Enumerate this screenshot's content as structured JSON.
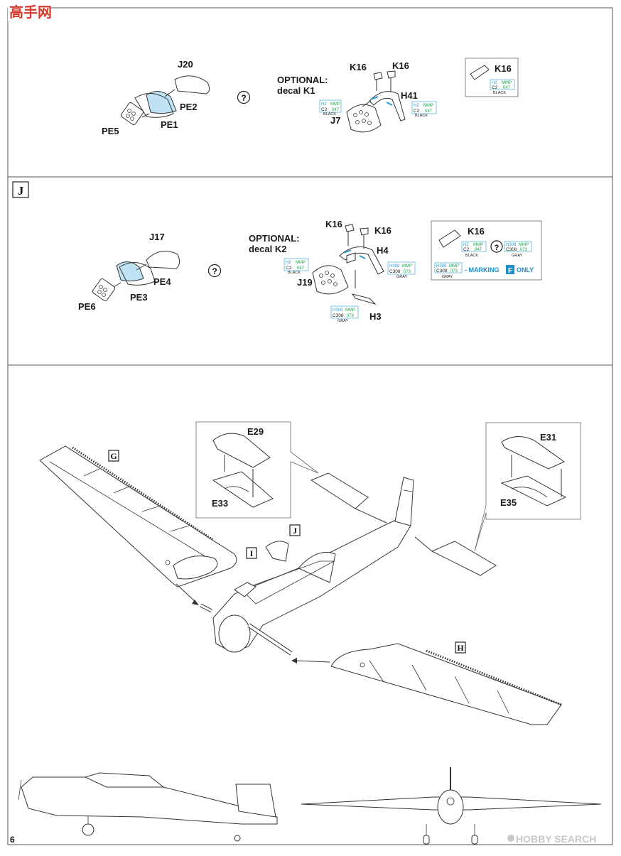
{
  "watermark_top": "",
  "page_number": "6",
  "watermark_bottom": "HOBBY SEARCH",
  "step_i": {
    "label": "",
    "optional": [
      "OPTIONAL:",
      "decal K1"
    ],
    "parts": {
      "j20": "J20",
      "pe2": "PE2",
      "pe1": "PE1",
      "pe5": "PE5",
      "k16a": "K16",
      "k16b": "K16",
      "h41": "H41",
      "j7": "J7",
      "k16box": "K16"
    },
    "choice_symbol": "?",
    "color_codes": {
      "h": "H2",
      "mmp": "MMP",
      "c": "C2",
      "n": "047",
      "name": "BLACK"
    }
  },
  "step_j": {
    "label": "J",
    "optional": [
      "OPTIONAL:",
      "decal K2"
    ],
    "parts": {
      "j17": "J17",
      "pe4": "PE4",
      "pe3": "PE3",
      "pe6": "PE6",
      "k16a": "K16",
      "k16b": "K16",
      "h4": "H4",
      "j19": "J19",
      "h3": "H3",
      "k16box": "K16"
    },
    "choice_symbol": "?",
    "color_black": {
      "h": "H2",
      "mmp": "MMP",
      "c": "C2",
      "n": "047",
      "name": "BLACK"
    },
    "color_gray": {
      "h": "H308",
      "mmp": "MMP",
      "c": "C308",
      "n": "073",
      "name": "GRAY"
    },
    "marking_text": "- MARKING",
    "marking_letter": "F",
    "marking_only": "ONLY"
  },
  "assembly": {
    "callouts": {
      "g": "G",
      "h": "H",
      "i": "I",
      "j": "J"
    },
    "parts": {
      "e29": "E29",
      "e33": "E33",
      "e31": "E31",
      "e35": "E35"
    }
  }
}
